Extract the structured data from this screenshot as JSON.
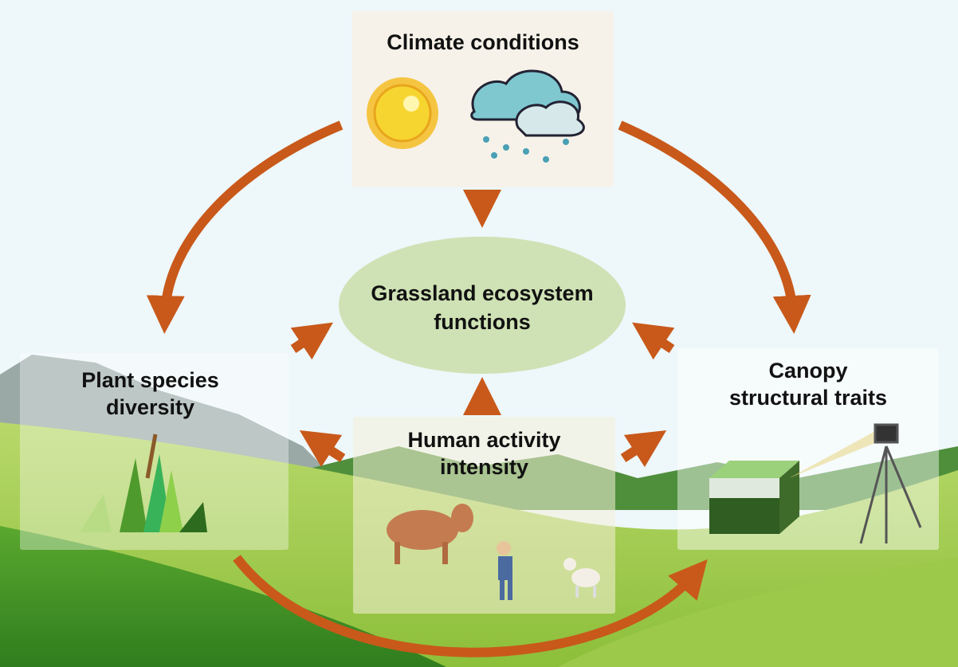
{
  "nodes": {
    "climate": {
      "line1": "Climate conditions"
    },
    "center": {
      "line1": "Grassland ecosystem",
      "line2": "functions"
    },
    "plant": {
      "line1": "Plant species",
      "line2": "diversity"
    },
    "human": {
      "line1": "Human activity",
      "line2": "intensity"
    },
    "canopy": {
      "line1": "Canopy",
      "line2": "structural traits"
    }
  },
  "icons": [
    "sun-icon",
    "rain-cloud-icon",
    "grass-icon",
    "cow-icon",
    "farmer-icon",
    "goat-icon",
    "canopy-cube-icon",
    "laser-scanner-tripod-icon"
  ],
  "colors": {
    "arrow": "#c8591a",
    "ellipse": "#cfe2b5",
    "sky": "#eef7fa"
  }
}
